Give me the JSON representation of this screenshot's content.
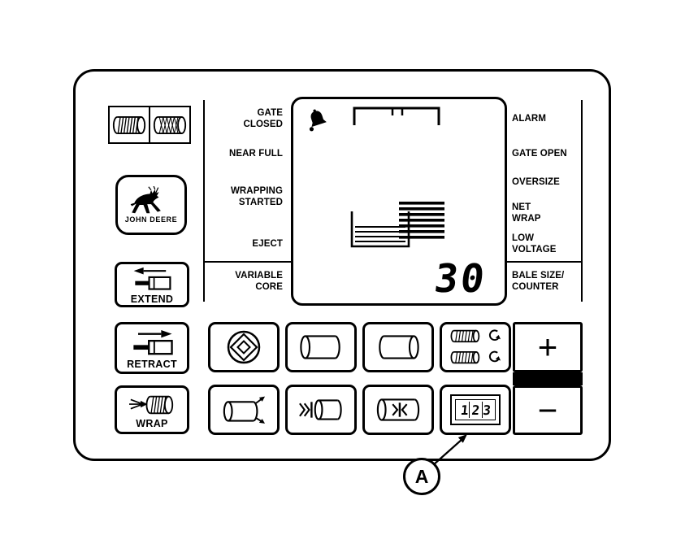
{
  "colors": {
    "ink": "#000000",
    "background": "#ffffff"
  },
  "logo": {
    "brand": "JOHN DEERE"
  },
  "legend_rolls": {
    "left_icon": "twine-roll-icon",
    "right_icon": "net-roll-icon"
  },
  "side_buttons": {
    "extend": "EXTEND",
    "retract": "RETRACT",
    "wrap": "WRAP"
  },
  "status_labels_left": {
    "gate_closed": "GATE\nCLOSED",
    "near_full": "NEAR FULL",
    "wrapping_started": "WRAPPING\nSTARTED",
    "eject": "EJECT",
    "variable_core": "VARIABLE\nCORE"
  },
  "status_labels_right": {
    "alarm": "ALARM",
    "gate_open": "GATE OPEN",
    "oversize": "OVERSIZE",
    "net_wrap": "NET\nWRAP",
    "low_voltage": "LOW\nVOLTAGE",
    "bale_size_counter": "BALE SIZE/\nCOUNTER"
  },
  "display": {
    "bale_count": "30"
  },
  "keypad": {
    "plus": "+",
    "minus": "−",
    "counter_digits": "123"
  },
  "callout": {
    "label": "A"
  },
  "icons": {
    "twine_roll": "twine-roll-icon",
    "net_roll": "net-roll-icon",
    "deer": "leaping-deer-icon",
    "extend": "extend-ram-icon",
    "retract": "retract-ram-icon",
    "wrap": "wrap-twine-icon",
    "core": "core-diamond-icon",
    "bale": "bale-cylinder-icon",
    "net_wrap": "net-wrap-rolls-icon",
    "bale_size": "bale-size-icon",
    "bale_push": "bale-push-icon",
    "bale_ends": "bale-ends-icon",
    "counter": "counter-digits-icon",
    "alarm_bell": "alarm-bell-icon",
    "gate": "gate-outline-icon",
    "bale_fill": "bale-fill-icon",
    "callout_arrow": "callout-arrow-icon"
  }
}
